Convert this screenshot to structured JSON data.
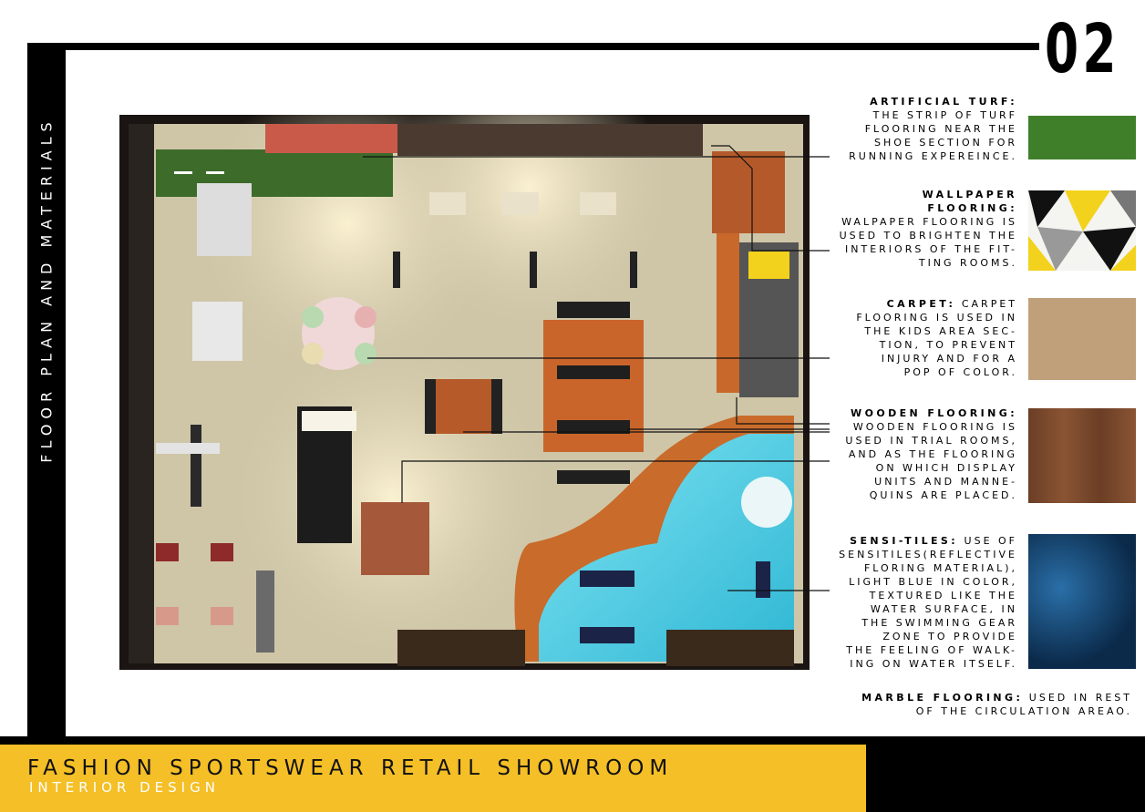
{
  "page_number": "02",
  "sidebar_label": "FLOOR PLAN AND MATERIALS",
  "footer": {
    "title": "FASHION SPORTSWEAR RETAIL SHOWROOM",
    "subtitle": "INTERIOR DESIGN"
  },
  "materials": [
    {
      "title": "ARTIFICIAL TURF:",
      "lines": [
        "THE STRIP OF TURF",
        "FLOORING NEAR THE",
        "SHOE SECTION FOR",
        "RUNNING EXPEREINCE."
      ],
      "color": "#3f7f2a"
    },
    {
      "title": "WALLPAPER",
      "title2": "FLOORING:",
      "lines": [
        "WALPAPER FLOORING IS",
        "USED TO BRIGHTEN THE",
        "INTERIORS OF THE FIT-",
        "TING ROOMS."
      ],
      "color": "#f2d21c"
    },
    {
      "title": "CARPET:",
      "inline": "CARPET",
      "lines": [
        "FLOORING IS USED IN",
        "THE KIDS AREA SEC-",
        "TION, TO PREVENT",
        "INJURY AND FOR A",
        "POP OF COLOR."
      ],
      "color": "#bfa07a"
    },
    {
      "title": "WOODEN FLOORING:",
      "lines": [
        "WOODEN FLOORING IS",
        "USED IN TRIAL ROOMS,",
        "AND AS THE FLOORING",
        "ON WHICH DISPLAY",
        "UNITS AND MANNE-",
        "QUINS ARE PLACED."
      ],
      "color": "#7a4a2c"
    },
    {
      "title": "SENSI-TILES:",
      "inline": "USE OF",
      "lines": [
        "SENSITILES(REFLECTIVE",
        "FLORING MATERIAL),",
        "LIGHT BLUE IN COLOR,",
        "TEXTURED LIKE THE",
        "WATER SURFACE, IN",
        "THE SWIMMING GEAR",
        "ZONE TO  PROVIDE",
        "THE FEELING OF WALK-",
        "ING ON WATER ITSELF."
      ],
      "color": "#0f3a66"
    }
  ],
  "marble": {
    "title": "MARBLE FLOORING:",
    "inline": "USED IN REST",
    "line2": "OF THE CIRCULATION AREAO."
  }
}
